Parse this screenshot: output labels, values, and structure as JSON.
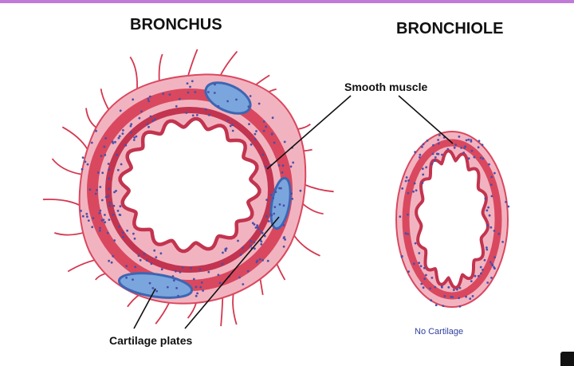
{
  "labels": {
    "bronchus": "BRONCHUS",
    "bronchiole": "BRONCHIOLE",
    "smooth_muscle": "Smooth muscle",
    "cartilage_plates": "Cartilage plates",
    "no_cartilage": "No Cartilage"
  },
  "colors": {
    "top_bar": "#c07ad8",
    "tissue": "#f2b3c0",
    "muscle": "#d9485f",
    "epithelium": "#c2344f",
    "lumen": "#ffffff",
    "cartilage": "#7aa6dd",
    "cartilage_edge": "#3d66b3",
    "nuclei": "#4a4fa8",
    "vessel": "#d4374f",
    "no_cartilage_text": "#2f3f9e",
    "leader_line": "#111111"
  }
}
